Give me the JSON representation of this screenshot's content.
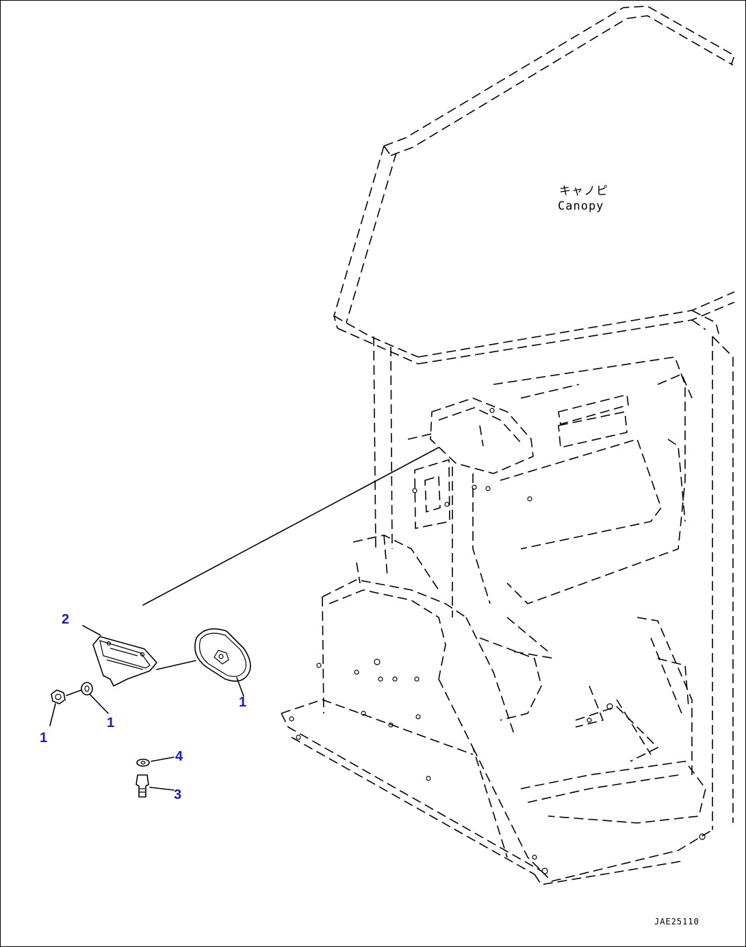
{
  "labels": {
    "canopy_jp": "キャノピ",
    "canopy_en": "Canopy"
  },
  "callouts": {
    "nut": "1",
    "washer": "1",
    "bracket": "2",
    "mirror": "1",
    "washer_lower": "4",
    "bolt": "3"
  },
  "document_id": "JAE25110",
  "colors": {
    "callout": "#1515d8",
    "line": "#000000",
    "background": "#ffffff"
  }
}
